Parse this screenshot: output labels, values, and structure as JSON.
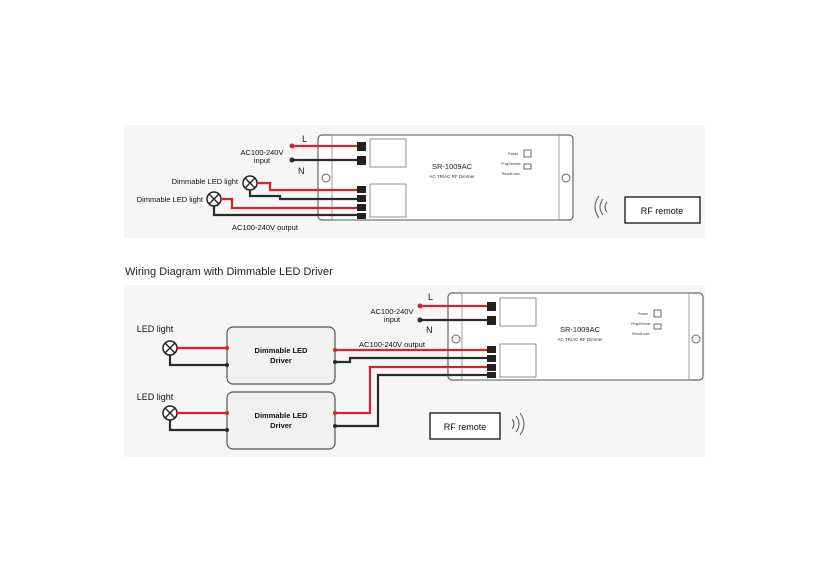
{
  "diagram1": {
    "labels": {
      "L": "L",
      "N": "N",
      "ac_input_line1": "AC100-240V",
      "ac_input_line2": "input",
      "lamp1": "Dimmable LED light",
      "lamp2": "Dimmable LED light",
      "ac_output": "AC100-240V output"
    },
    "dimmer": {
      "model": "SR-1009AC",
      "subtitle": "AC TRIAC RF Dimmer",
      "power_label": "Power",
      "btn1_label": "Prog/Dimmer",
      "btn2_label": "Reset/Learn"
    },
    "remote_label": "RF remote"
  },
  "section2_title": "Wiring Diagram with Dimmable LED Driver",
  "diagram2": {
    "labels": {
      "L": "L",
      "N": "N",
      "ac_input_line1": "AC100-240V",
      "ac_input_line2": "input",
      "ac_output": "AC100-240V output",
      "lamp1": "LED light",
      "lamp2": "LED light"
    },
    "driver1": {
      "line1": "Dimmable LED",
      "line2": "Driver"
    },
    "driver2": {
      "line1": "Dimmable LED",
      "line2": "Driver"
    },
    "dimmer": {
      "model": "SR-1009AC",
      "subtitle": "AC TRIAC RF Dimmer",
      "power_label": "Power",
      "btn1_label": "Prog/Dimmer",
      "btn2_label": "Reset/Learn"
    },
    "remote_label": "RF remote"
  }
}
